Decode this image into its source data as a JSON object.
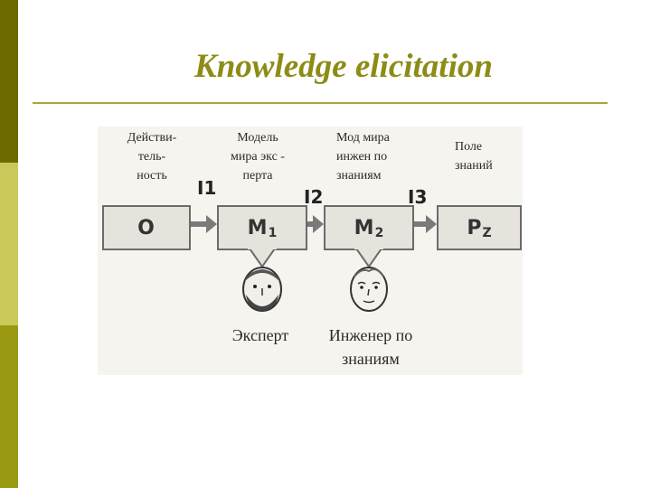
{
  "title": "Knowledge elicitation",
  "labels": {
    "reality": [
      "Действи-",
      "тель-",
      "ность"
    ],
    "expert_model": [
      "Модель",
      "мира экс -",
      "перта"
    ],
    "engineer_model": [
      "Мод мира",
      "инжен по",
      "знаниям"
    ],
    "knowledge_field": [
      "Поле",
      "знаний"
    ]
  },
  "boxes": {
    "o": {
      "main": "O",
      "sub": ""
    },
    "m1": {
      "main": "M",
      "sub": "1"
    },
    "m2": {
      "main": "M",
      "sub": "2"
    },
    "pz": {
      "main": "P",
      "sub": "Z"
    }
  },
  "transitions": [
    "I1",
    "I2",
    "I3"
  ],
  "people": {
    "expert": [
      "Эксперт"
    ],
    "engineer": [
      "Инженер по",
      "знаниям"
    ]
  }
}
